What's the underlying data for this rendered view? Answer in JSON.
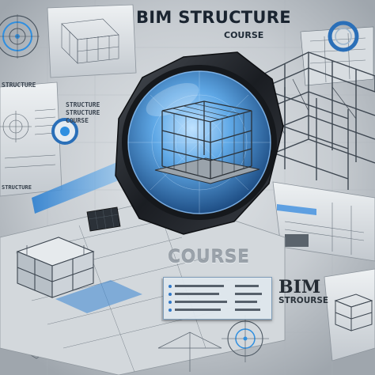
{
  "poster": {
    "title": "BIM STRUCTURE",
    "subtitle": "COURSE",
    "center_word": "COURSE",
    "bottom_title": "BIM",
    "bottom_subtitle": "STROURSE",
    "side_text": [
      "STRUCTURE",
      "STRUCTURE",
      "COURSE"
    ],
    "corner_text": "STRUCTURE",
    "left_badge": "STRUCTURE"
  },
  "colors": {
    "background": "#c9ced3",
    "accent_blue": "#2f8fe0",
    "dark_frame": "#23262b",
    "wire": "#3d4650"
  }
}
